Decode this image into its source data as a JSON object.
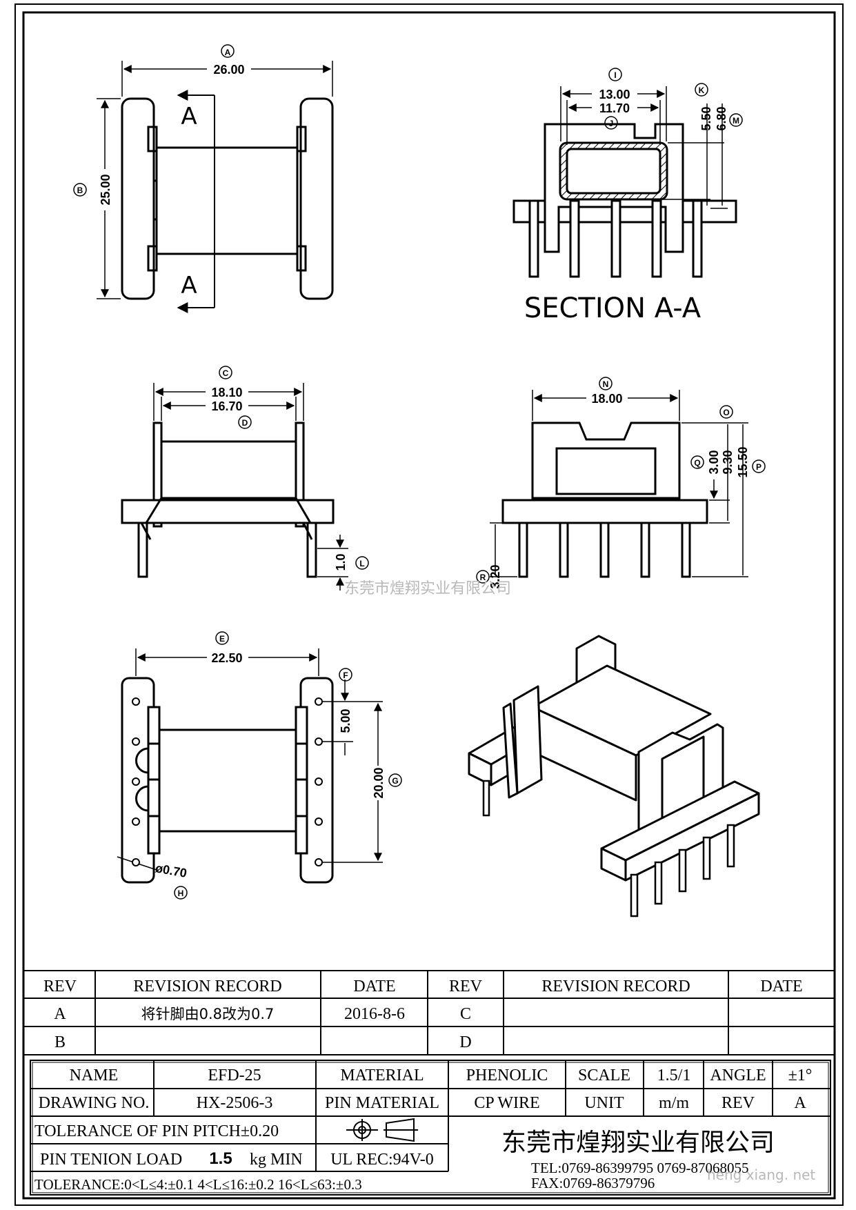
{
  "views": {
    "top": {
      "ref_a": "A",
      "dim_a": "26.00",
      "ref_b": "B",
      "dim_b": "25.00",
      "section_top": "A",
      "section_bottom": "A"
    },
    "section": {
      "ref_i": "I",
      "dim_i": "13.00",
      "dim_j": "11.70",
      "ref_j": "J",
      "ref_k": "K",
      "dim_k": "5.50",
      "dim_m": "6.80",
      "ref_m": "M",
      "title": "SECTION A-A"
    },
    "side": {
      "ref_c": "C",
      "dim_c": "18.10",
      "dim_d": "16.70",
      "ref_d": "D",
      "dim_l": "1.0",
      "ref_l": "L"
    },
    "front": {
      "ref_n": "N",
      "dim_n": "18.00",
      "ref_o": "O",
      "ref_q": "Q",
      "dim_q": "3.00",
      "dim_o": "9.30",
      "dim_p": "15.50",
      "ref_p": "P",
      "ref_r": "R",
      "dim_r": "3.20"
    },
    "bottom": {
      "ref_e": "E",
      "dim_e": "22.50",
      "ref_f": "F",
      "dim_f": "5.00",
      "dim_g": "20.00",
      "ref_g": "G",
      "dim_h": "ø0.70",
      "ref_h": "H"
    }
  },
  "watermarks": {
    "center": "东莞市煌翔实业有限公司",
    "site": "heng xiang. net"
  },
  "revision": {
    "headers": [
      "REV",
      "REVISION RECORD",
      "DATE",
      "REV",
      "REVISION RECORD",
      "DATE"
    ],
    "rows": [
      [
        "A",
        "将针脚由0.8改为0.7",
        "2016-8-6",
        "C",
        "",
        ""
      ],
      [
        "B",
        "",
        "",
        "D",
        "",
        ""
      ]
    ]
  },
  "title_block": {
    "name_label": "NAME",
    "name": "EFD-25",
    "material_label": "MATERIAL",
    "material": "PHENOLIC",
    "scale_label": "SCALE",
    "scale": "1.5/1",
    "angle_label": "ANGLE",
    "angle": "±1°",
    "drawing_no_label": "DRAWING NO.",
    "drawing_no": "HX-2506-3",
    "pin_material_label": "PIN MATERIAL",
    "pin_material": "CP WIRE",
    "unit_label": "UNIT",
    "unit": "m/m",
    "rev_label": "REV",
    "rev": "A",
    "pitch_tolerance": "TOLERANCE OF PIN PITCH±0.20",
    "pin_load_label": "PIN TENION LOAD",
    "pin_load_value": "1.5",
    "pin_load_unit": "kg MIN",
    "ul_rating": "UL REC:94V-0",
    "tolerance_note": "TOLERANCE:0<L≤4:±0.1  4<L≤16:±0.2  16<L≤63:±0.3",
    "company": "东莞市煌翔实业有限公司",
    "tel": "TEL:0769-86399795  0769-87068055",
    "fax": "FAX:0769-86379796"
  }
}
